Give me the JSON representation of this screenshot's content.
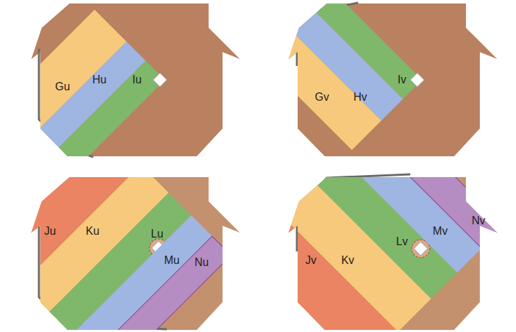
{
  "diagram": {
    "nodes": [
      {
        "text": [
          "Gu"
        ]
      },
      {
        "text": [
          "Hu"
        ]
      },
      {
        "text": [
          "Iu"
        ]
      },
      {
        "text": [
          "Gv"
        ]
      },
      {
        "text": [
          "Hv"
        ]
      },
      {
        "text": [
          "Iv"
        ]
      },
      {
        "text": [
          "Ju"
        ]
      },
      {
        "text": [
          "Ku"
        ]
      },
      {
        "text": [
          "Lu"
        ]
      },
      {
        "text": [
          "Mu"
        ]
      },
      {
        "text": [
          "Nu"
        ]
      },
      {
        "text": [
          "Jv"
        ]
      },
      {
        "text": [
          "Kv"
        ]
      },
      {
        "text": [
          "Lv"
        ]
      },
      {
        "text": [
          "Mv"
        ]
      },
      {
        "text": [
          "Nv"
        ]
      }
    ]
  }
}
